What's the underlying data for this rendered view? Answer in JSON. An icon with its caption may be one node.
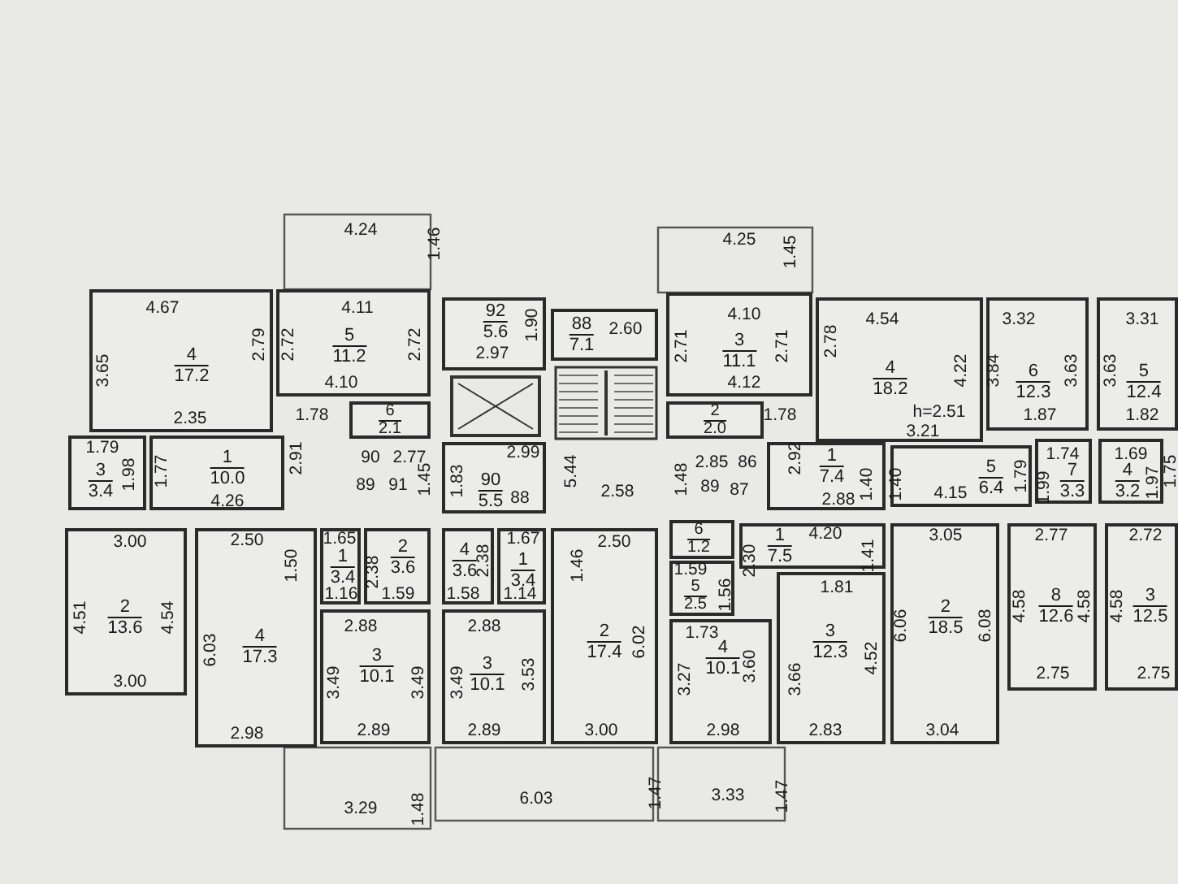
{
  "diagram": {
    "nodes": [
      {
        "text": [
          "4",
          "17.2"
        ]
      },
      {
        "text": [
          "5",
          "11.2"
        ]
      },
      {
        "text": [
          "6",
          "2.1"
        ]
      },
      {
        "text": [
          "3",
          "3.4"
        ]
      },
      {
        "text": [
          "1",
          "10.0"
        ]
      },
      {
        "text": [
          "92",
          "5.6"
        ]
      },
      {
        "text": [
          "88",
          "7.1"
        ]
      },
      {
        "text": [
          "3",
          "11.1"
        ]
      },
      {
        "text": [
          "2",
          "2.0"
        ]
      },
      {
        "text": [
          "4",
          "18.2"
        ]
      },
      {
        "text": [
          "6",
          "12.3"
        ]
      },
      {
        "text": [
          "5",
          "12.4"
        ]
      },
      {
        "text": [
          "1",
          "7.4"
        ]
      },
      {
        "text": [
          "5",
          "6.4"
        ]
      },
      {
        "text": [
          "7",
          "3.3"
        ]
      },
      {
        "text": [
          "4",
          "3.2"
        ]
      },
      {
        "text": [
          "90",
          "5.5"
        ]
      },
      {
        "text": [
          "2",
          "13.6"
        ]
      },
      {
        "text": [
          "4",
          "17.3"
        ]
      },
      {
        "text": [
          "1",
          "3.4"
        ]
      },
      {
        "text": [
          "2",
          "3.6"
        ]
      },
      {
        "text": [
          "4",
          "3.6"
        ]
      },
      {
        "text": [
          "1",
          "3.4"
        ]
      },
      {
        "text": [
          "3",
          "10.1"
        ]
      },
      {
        "text": [
          "3",
          "10.1"
        ]
      },
      {
        "text": [
          "2",
          "17.4"
        ]
      },
      {
        "text": [
          "6",
          "1.2"
        ]
      },
      {
        "text": [
          "5",
          "2.5"
        ]
      },
      {
        "text": [
          "1",
          "7.5"
        ]
      },
      {
        "text": [
          "4",
          "10.1"
        ]
      },
      {
        "text": [
          "3",
          "12.3"
        ]
      },
      {
        "text": [
          "2",
          "18.5"
        ]
      },
      {
        "text": [
          "8",
          "12.6"
        ]
      },
      {
        "text": [
          "3",
          "12.5"
        ]
      }
    ],
    "labels": [
      "4.24",
      "1.46",
      "4.25",
      "1.45",
      "4.67",
      "4.11",
      "2.60",
      "1.90",
      "4.10",
      "4.54",
      "3.32",
      "3.31",
      "2.97",
      "3.65",
      "2.79",
      "2.72",
      "2.72",
      "2.71",
      "2.71",
      "2.78",
      "4.22",
      "3.84",
      "3.63",
      "3.63",
      "4.10",
      "4.12",
      "h=2.51",
      "2.35",
      "1.78",
      "1.78",
      "1.87",
      "1.82",
      "3.21",
      "1.79",
      "1.98",
      "1.77",
      "2.91",
      "90",
      "2.77",
      "2.99",
      "89",
      "91",
      "1.45",
      "4.26",
      "1.83",
      "88",
      "5.44",
      "2.58",
      "1.48",
      "2.85",
      "86",
      "89",
      "87",
      "2.92",
      "2.88",
      "1.40",
      "1.40",
      "4.15",
      "1.79",
      "1.74",
      "1.99",
      "1.69",
      "1.97",
      "1.75",
      "3.00",
      "2.50",
      "1.50",
      "1.65",
      "2.38",
      "2.38",
      "1.67",
      "2.50",
      "1.46",
      "2.30",
      "4.20",
      "1.41",
      "3.05",
      "2.77",
      "2.72",
      "1.59",
      "1.56",
      "1.16",
      "1.59",
      "1.58",
      "1.14",
      "1.81",
      "1.73",
      "4.51",
      "4.54",
      "6.03",
      "2.88",
      "2.88",
      "6.02",
      "3.27",
      "3.60",
      "3.66",
      "4.52",
      "6.06",
      "6.08",
      "4.58",
      "4.58",
      "4.58",
      "3.49",
      "3.49",
      "3.49",
      "3.53",
      "3.00",
      "2.75",
      "2.75",
      "2.98",
      "2.89",
      "2.89",
      "3.00",
      "2.98",
      "2.83",
      "3.04",
      "3.29",
      "1.48",
      "6.03",
      "1.47",
      "3.33",
      "1.47"
    ]
  }
}
